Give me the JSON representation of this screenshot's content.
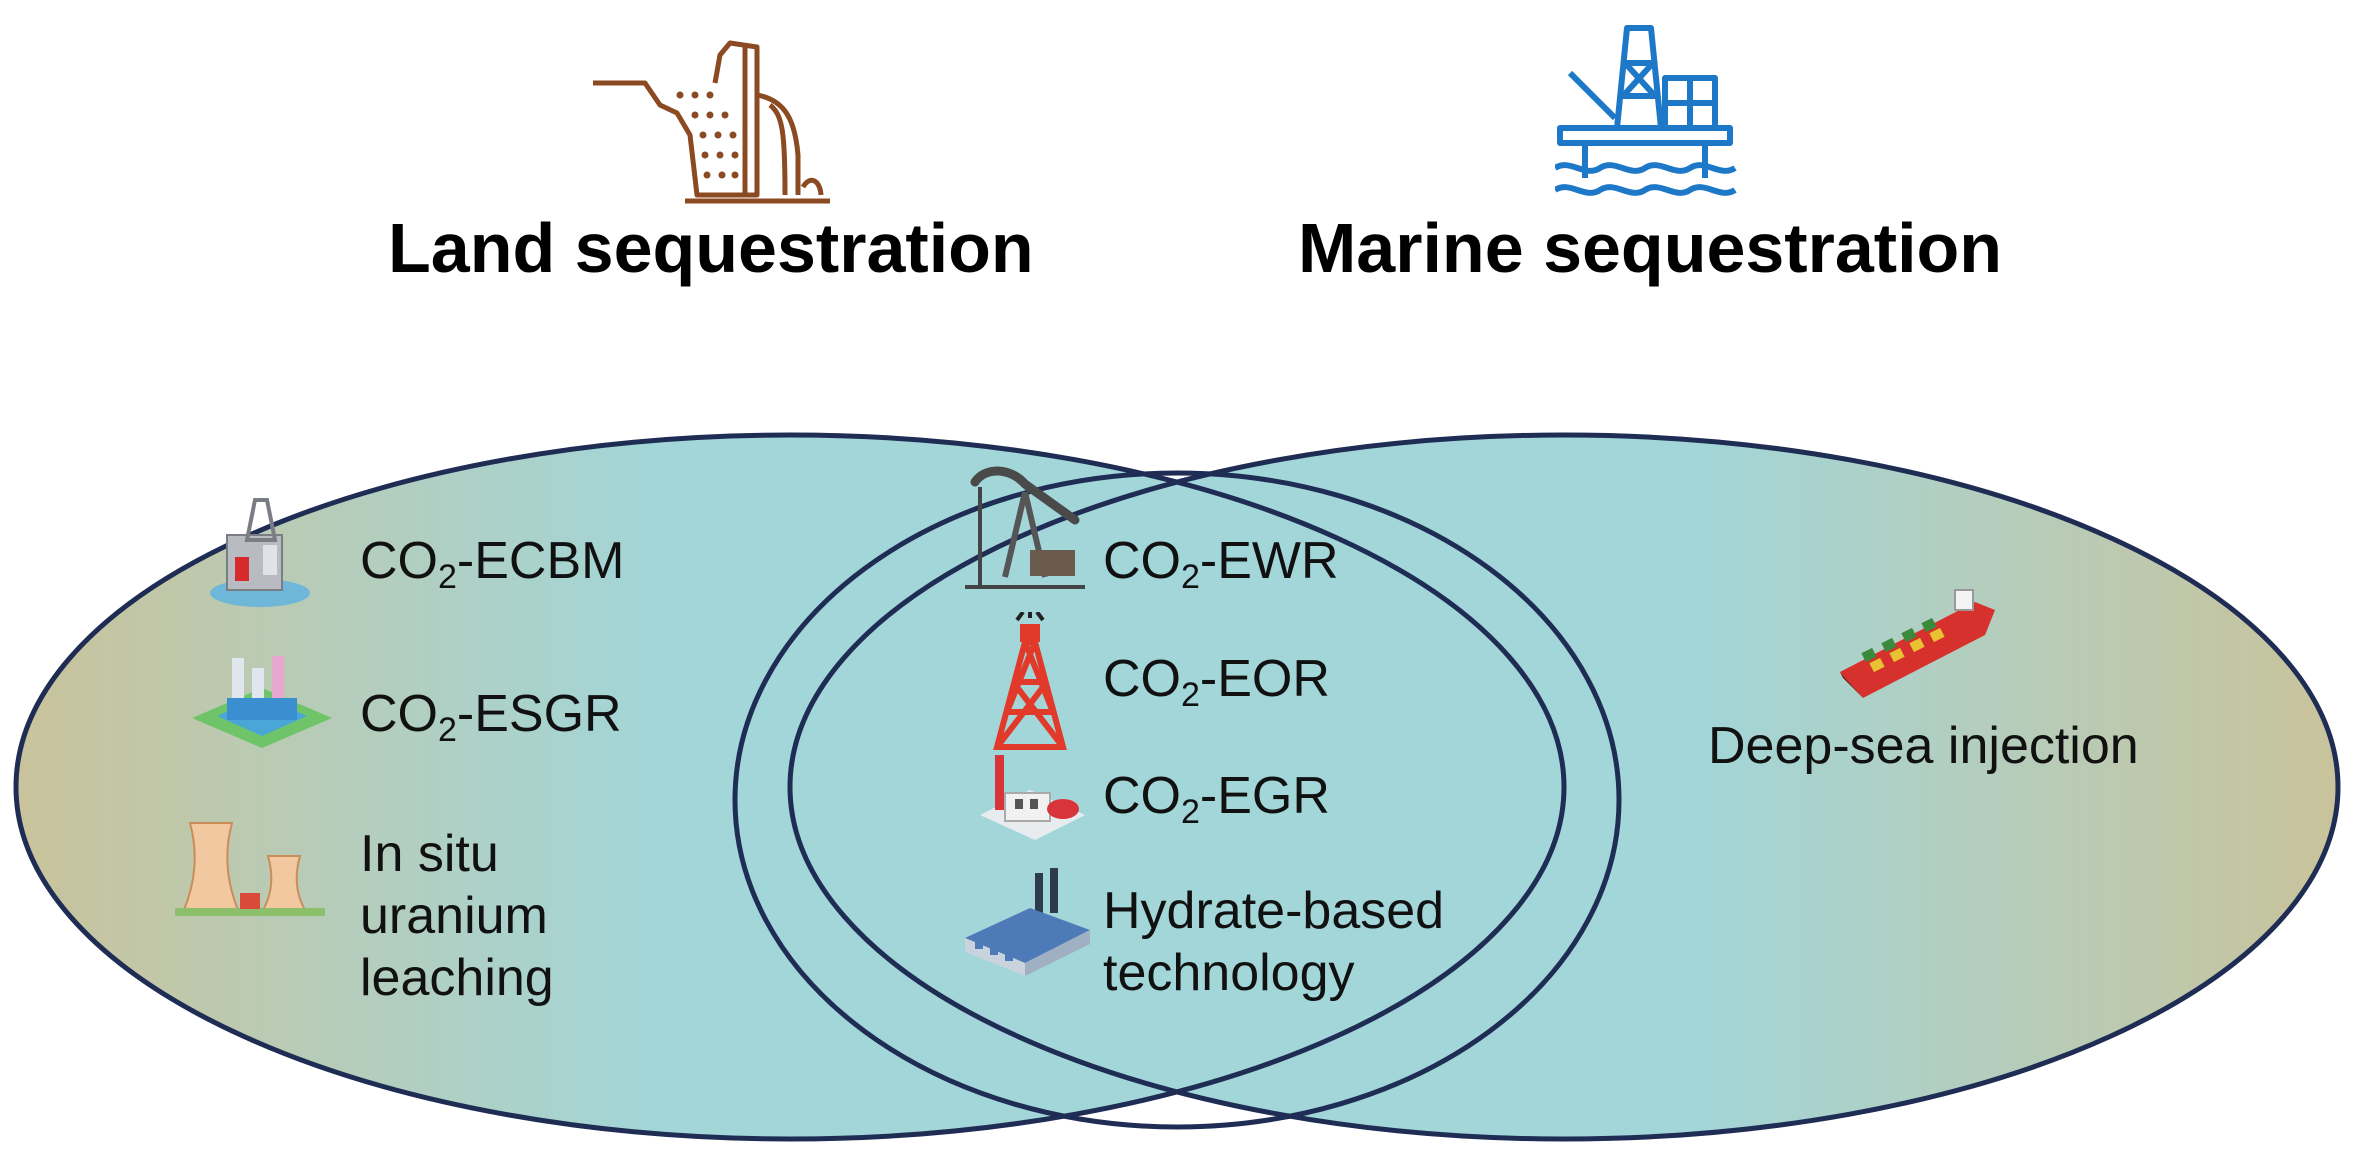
{
  "titles": {
    "land": "Land sequestration",
    "marine": "Marine sequestration"
  },
  "land_items": [
    {
      "prefix": "CO",
      "sub": "2",
      "suffix": "-ECBM",
      "icon": "coal-bed-facility-icon"
    },
    {
      "prefix": "CO",
      "sub": "2",
      "suffix": "-ESGR",
      "icon": "gas-plant-icon"
    },
    {
      "line1": "In situ",
      "line2": "uranium",
      "line3": "leaching",
      "icon": "cooling-tower-icon"
    }
  ],
  "overlap_items": [
    {
      "prefix": "CO",
      "sub": "2",
      "suffix": "-EWR",
      "icon": "pumpjack-icon"
    },
    {
      "prefix": "CO",
      "sub": "2",
      "suffix": "-EOR",
      "icon": "oil-derrick-icon"
    },
    {
      "prefix": "CO",
      "sub": "2",
      "suffix": "-EGR",
      "icon": "refinery-icon"
    },
    {
      "line1": "Hydrate-based",
      "line2": "technology",
      "icon": "factory-icon"
    }
  ],
  "marine_items": [
    {
      "text": "Deep-sea injection",
      "icon": "cargo-ship-icon"
    }
  ],
  "colors": {
    "outline": "#1f2d55",
    "teal": "#a2d6d9",
    "khaki": "#c9c39b",
    "land_icon": "#8b4a22",
    "marine_icon": "#1e78c8"
  }
}
